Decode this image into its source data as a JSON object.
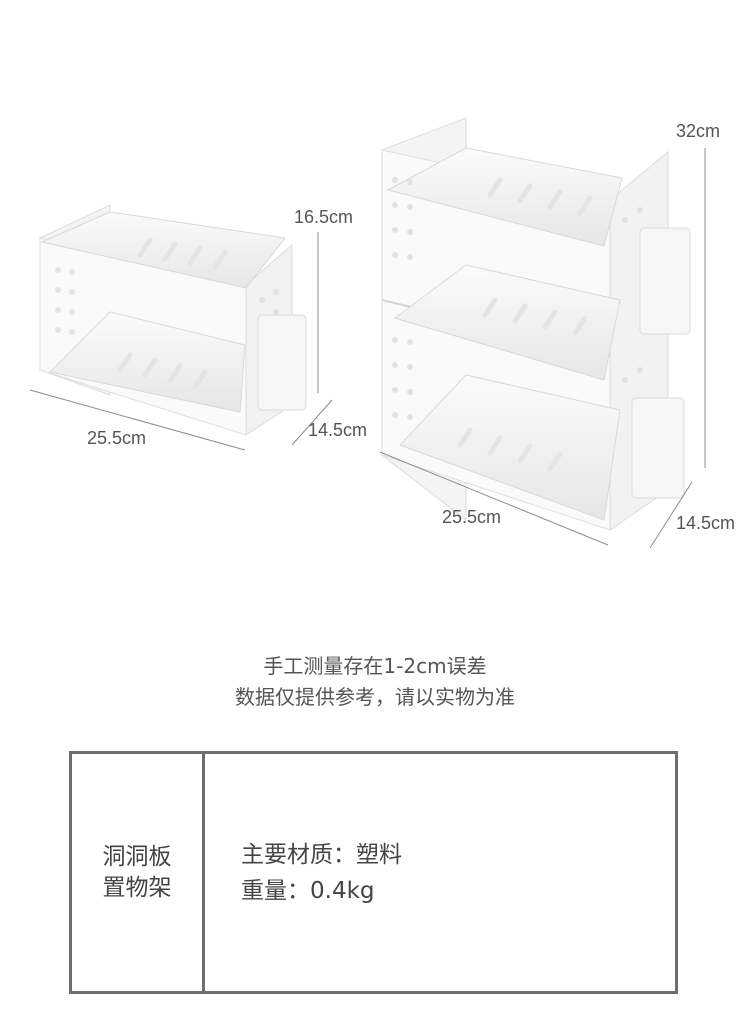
{
  "dimensions": {
    "small": {
      "height": "16.5cm",
      "depth": "14.5cm",
      "width": "25.5cm"
    },
    "large": {
      "height": "32cm",
      "depth": "14.5cm",
      "width": "25.5cm"
    }
  },
  "note": {
    "line1": "手工测量存在1-2cm误差",
    "line2": "数据仅提供参考，请以实物为准"
  },
  "spec": {
    "product_name_line1": "洞洞板",
    "product_name_line2": "置物架",
    "material": "主要材质：塑料",
    "weight": "重量：0.4kg"
  }
}
